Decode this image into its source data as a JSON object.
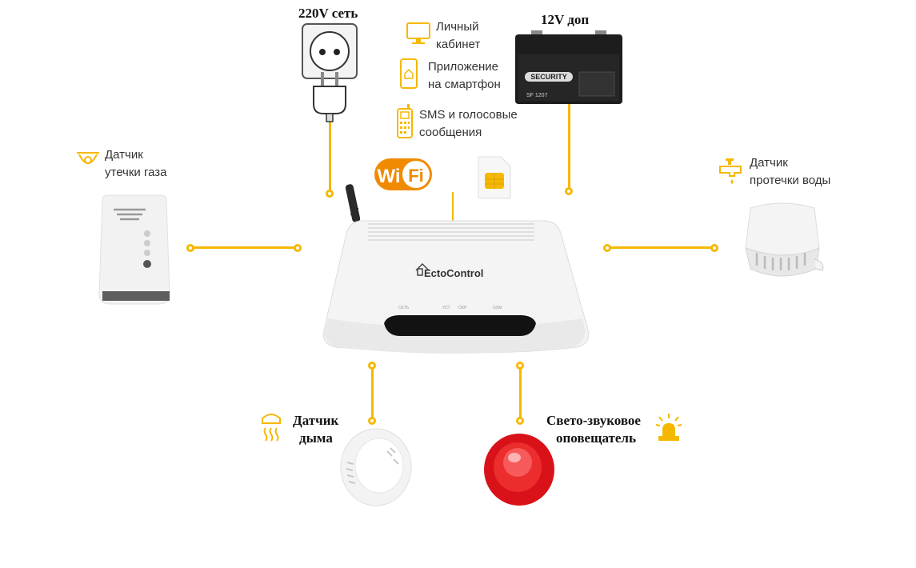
{
  "colors": {
    "accent": "#f5b800",
    "wifi": "#f08a00",
    "siren": "#e21b1b"
  },
  "power": {
    "label": "220V сеть"
  },
  "battery": {
    "label": "12V доп",
    "brand": "SECURITY",
    "model": "SF 1207"
  },
  "remote": {
    "cabinet_line1": "Личный",
    "cabinet_line2": "кабинет",
    "app_line1": "Приложение",
    "app_line2": "на смартфон",
    "sms_line1": "SMS и голосовые",
    "sms_line2": "сообщения"
  },
  "wifi": {
    "label": "Wi Fi",
    "wi": "Wi",
    "fi": "Fi"
  },
  "gas": {
    "line1": "Датчик",
    "line2": "утечки газа"
  },
  "water": {
    "line1": "Датчик",
    "line2": "протечки воды"
  },
  "smoke": {
    "line1": "Датчик",
    "line2": "дыма"
  },
  "siren": {
    "line1": "Свето-звуковое",
    "line2": "оповещатель"
  },
  "device": {
    "brand": "EctoControl",
    "led1": "СЕТЬ",
    "led2": "УСТ",
    "led3": "ОХР",
    "led4": "GSM"
  },
  "icons": [
    "power-plug-icon",
    "battery-icon",
    "monitor-icon",
    "smartphone-icon",
    "mobile-phone-icon",
    "wifi-icon",
    "sim-card-icon",
    "gas-sensor-icon",
    "water-tap-icon",
    "smoke-sensor-icon",
    "siren-icon"
  ]
}
